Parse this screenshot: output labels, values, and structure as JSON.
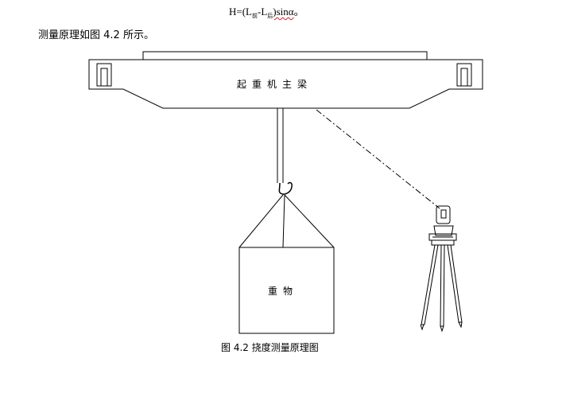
{
  "formula": {
    "lhs": "H=(L",
    "sub1": "前",
    "mid": "-L",
    "sub2": "后",
    "rhs": ")sinα",
    "end": "。"
  },
  "intro_text": "测量原理如图 4.2 所示。",
  "figure": {
    "beam_label": "起重机主梁",
    "weight_label": "重物",
    "caption": "图 4.2  挠度测量原理图"
  }
}
